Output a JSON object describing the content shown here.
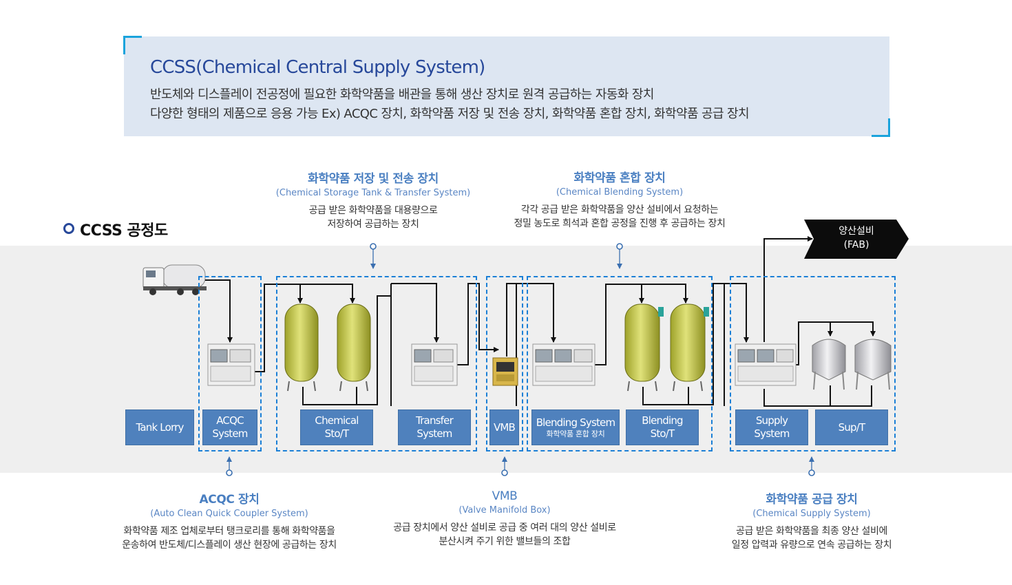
{
  "header": {
    "title": "CCSS(Chemical Central Supply System)",
    "line1": "반도체와 디스플레이 전공정에 필요한 화학약품을 배관을 통해 생산 장치로 원격 공급하는 자동화 장치",
    "line2": "다양한 형태의 제품으로 응용 가능 Ex) ACQC 장치, 화학약품 저장 및 전송 장치, 화학약품 혼합 장치, 화학약품 공급 장치"
  },
  "section_title": "CCSS 공정도",
  "callouts": {
    "storage": {
      "title": "화학약품 저장 및 전송 장치",
      "subtitle": "(Chemical Storage Tank & Transfer System)",
      "desc1": "공급 받은 화학약품을 대용량으로",
      "desc2": "저장하여 공급하는 장치"
    },
    "blending": {
      "title": "화학약품 혼합 장치",
      "subtitle": "(Chemical Blending System)",
      "desc1": "각각 공급 받은 화학약품을 양산 설비에서 요청하는",
      "desc2": "정밀 농도로 희석과 혼합 공정을 진행 후 공급하는 장치"
    },
    "acqc": {
      "title": "ACQC 장치",
      "subtitle": "(Auto Clean Quick Coupler System)",
      "desc1": "화학약품 제조 업체로부터 탱크로리를 통해 화학약품을",
      "desc2": "운송하여 반도체/디스플레이 생산 현장에 공급하는 장치"
    },
    "vmb": {
      "title": "VMB",
      "subtitle": "(Valve Manifold Box)",
      "desc1": "공급 장치에서 양산 설비로 공급 중 여러 대의 양산 설비로",
      "desc2": "분산시켜 주기 위한 밸브들의 조합"
    },
    "supply": {
      "title": "화학약품 공급 장치",
      "subtitle": "(Chemical Supply System)",
      "desc1": "공급 받은 화학약품을 최종 양산 설비에",
      "desc2": "일정 압력과 유량으로 연속 공급하는 장치"
    }
  },
  "fab": {
    "line1": "양산설비",
    "line2": "(FAB)"
  },
  "labels": {
    "tank_lorry": "Tank Lorry",
    "acqc_1": "ACQC",
    "acqc_2": "System",
    "chem_1": "Chemical",
    "chem_2": "Sto/T",
    "transfer_1": "Transfer",
    "transfer_2": "System",
    "vmb": "VMB",
    "blending_1": "Blending System",
    "blending_2": "화학약품 혼합 장치",
    "blend_sto_1": "Blending",
    "blend_sto_2": "Sto/T",
    "supply_1": "Supply",
    "supply_2": "System",
    "sup_t": "Sup/T"
  },
  "colors": {
    "accent_blue": "#27489a",
    "callout_blue": "#4a7fc1",
    "label_fill": "#4f81bd",
    "dashed_border": "#1a7fd6",
    "header_bg": "#dde6f2",
    "corner_cyan": "#1aa3dc",
    "tank_yellow": "#c9cc4a",
    "tank_silver": "#c8c8cc"
  }
}
